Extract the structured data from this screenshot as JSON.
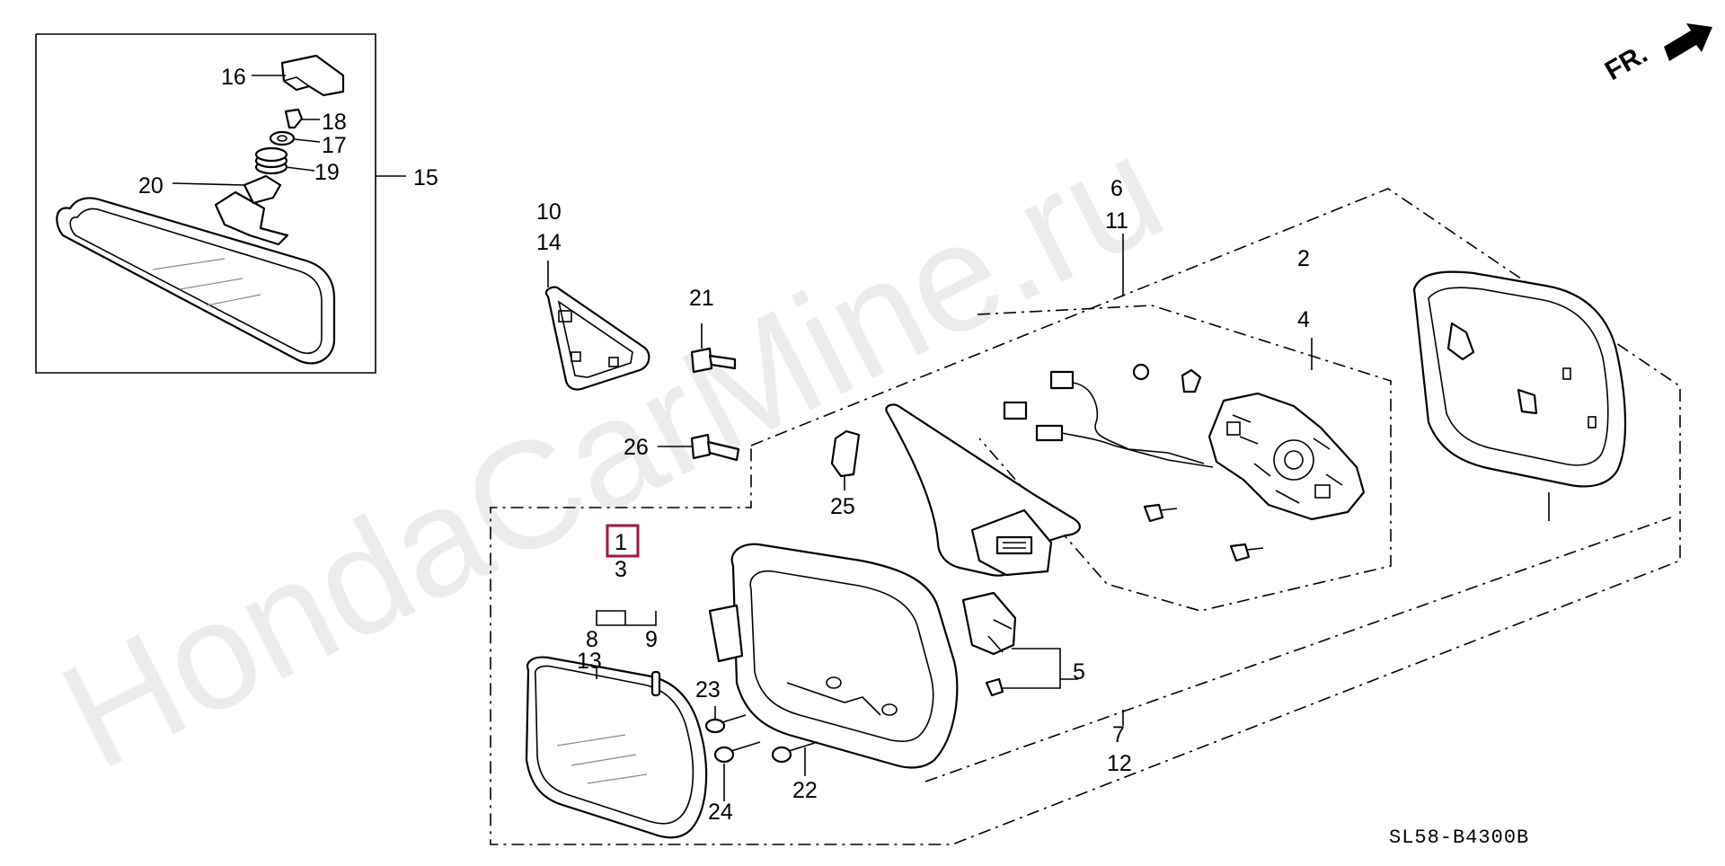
{
  "watermark": "HondaCarMine.ru",
  "diagram_code": "SL58-B4300B",
  "front_indicator": "FR.",
  "callouts": [
    {
      "id": "c16",
      "text": "16"
    },
    {
      "id": "c18",
      "text": "18"
    },
    {
      "id": "c17",
      "text": "17"
    },
    {
      "id": "c19",
      "text": "19"
    },
    {
      "id": "c20",
      "text": "20"
    },
    {
      "id": "c15",
      "text": "15"
    },
    {
      "id": "c10",
      "text": "10"
    },
    {
      "id": "c14",
      "text": "14"
    },
    {
      "id": "c21",
      "text": "21"
    },
    {
      "id": "c26",
      "text": "26"
    },
    {
      "id": "c25",
      "text": "25"
    },
    {
      "id": "c6",
      "text": "6"
    },
    {
      "id": "c11",
      "text": "11"
    },
    {
      "id": "c2",
      "text": "2"
    },
    {
      "id": "c4",
      "text": "4"
    },
    {
      "id": "c1",
      "text": "1",
      "highlighted": true
    },
    {
      "id": "c3",
      "text": "3"
    },
    {
      "id": "c8",
      "text": "8"
    },
    {
      "id": "c9",
      "text": "9"
    },
    {
      "id": "c13",
      "text": "13"
    },
    {
      "id": "c23",
      "text": "23"
    },
    {
      "id": "c24",
      "text": "24"
    },
    {
      "id": "c22",
      "text": "22"
    },
    {
      "id": "c5",
      "text": "5"
    },
    {
      "id": "c7",
      "text": "7"
    },
    {
      "id": "c12",
      "text": "12"
    }
  ],
  "colors": {
    "highlight": "#a0183c",
    "line": "#000000",
    "watermark": "#ececec"
  }
}
